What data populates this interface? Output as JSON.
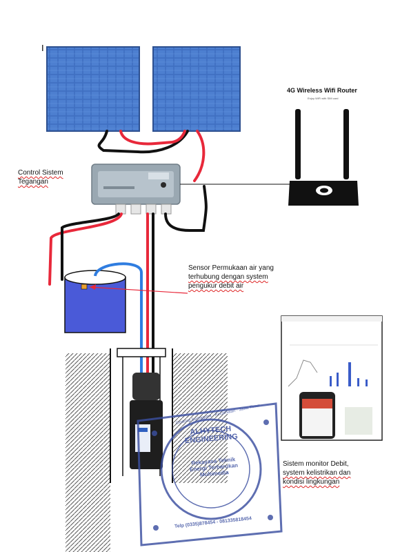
{
  "cursor_mark": "I",
  "router": {
    "title": "4G Wireless Wifi Router",
    "subtitle": "Enjoy WiFi with SIM card"
  },
  "labels": {
    "control_line1": "Control Sistem",
    "control_line2": "Tegangan",
    "sensor_line1": "Sensor Permukaan air yang",
    "sensor_line2": "terhubung dengan system",
    "sensor_line3": "pengukur debit air",
    "monitor_line1": "Sistem monitor Debit,",
    "monitor_line2": "system kelistrikan dan",
    "monitor_line3": "kondisi lingkungan"
  },
  "stamp": {
    "line1": "ALHYTECH",
    "line2": "ENGINEERING",
    "ring_text": "Gedung Serbaguna · Kecamatan · Jawa Timur",
    "body1": "Rekayasa Teknik",
    "body2": "Energi Terbarukan",
    "body3": "Multimedia",
    "phone": "Telp (0335)878454 - 081335818454"
  },
  "colors": {
    "positive_wire": "#e8283a",
    "negative_wire": "#111111",
    "water_pipe": "#2f7de0",
    "tank_water": "#4a5ad8",
    "panel_blue": "#3f6fc2",
    "stamp_ink": "#3b4fa0"
  }
}
